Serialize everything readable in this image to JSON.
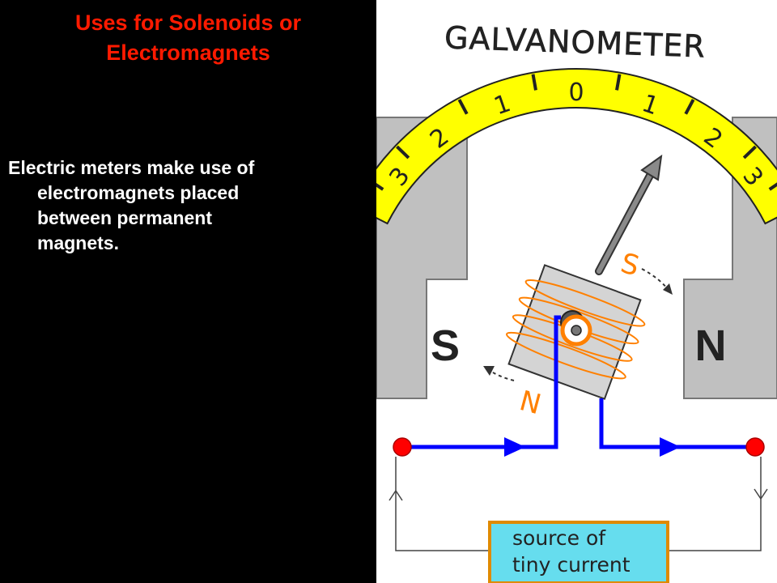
{
  "slide": {
    "title_lines": [
      "Uses for Solenoids or",
      "Electromagnets"
    ],
    "body_lines": [
      "Electric meters make use of",
      "electromagnets placed",
      "between permanent",
      "magnets."
    ]
  },
  "diagram": {
    "heading": "GALVANOMETER",
    "scale_labels": [
      "3",
      "2",
      "1",
      "0",
      "1",
      "2",
      "3"
    ],
    "left_magnet_label": "S",
    "right_magnet_label": "N",
    "coil_top_pole": "S",
    "coil_bottom_pole": "N",
    "source_label_lines": [
      "source of",
      "tiny current"
    ]
  },
  "colors": {
    "title": "#ff1a00",
    "body_text": "#ffffff",
    "background": "#000000",
    "diagram_bg": "#ffffff",
    "magnet": "#c0c0c0",
    "scale": "#ffff00",
    "wire": "#0000ff",
    "coil": "#ff8000",
    "pointer": "#808080",
    "terminal": "#ff0000",
    "source_box": "#66ddee"
  }
}
